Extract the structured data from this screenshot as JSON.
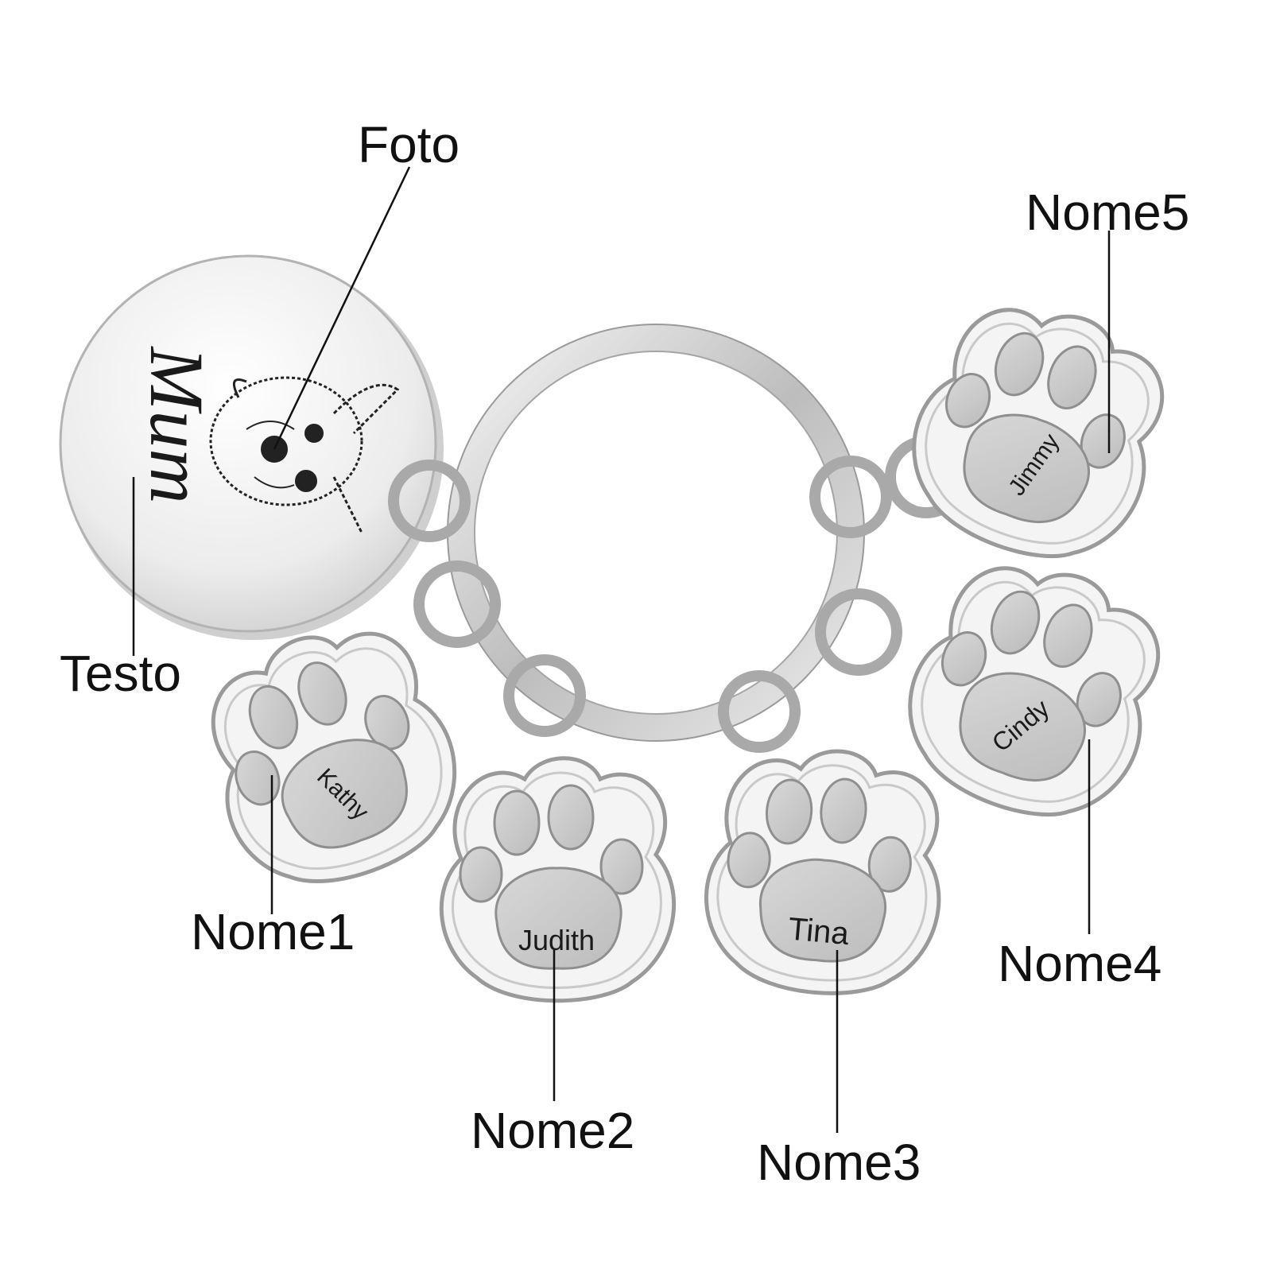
{
  "callouts": {
    "foto": "Foto",
    "testo": "Testo",
    "nome1": "Nome1",
    "nome2": "Nome2",
    "nome3": "Nome3",
    "nome4": "Nome4",
    "nome5": "Nome5"
  },
  "engravings": {
    "disc_text": "Mum",
    "paw1": "Kathy",
    "paw2": "Judith",
    "paw3": "Tina",
    "paw4": "Cindy",
    "paw5": "Jimmy"
  },
  "colors": {
    "background": "#ffffff",
    "steel_light": "#f2f2f2",
    "steel_mid": "#c8c8c8",
    "steel_dark": "#8a8a8a",
    "text": "#111111"
  }
}
